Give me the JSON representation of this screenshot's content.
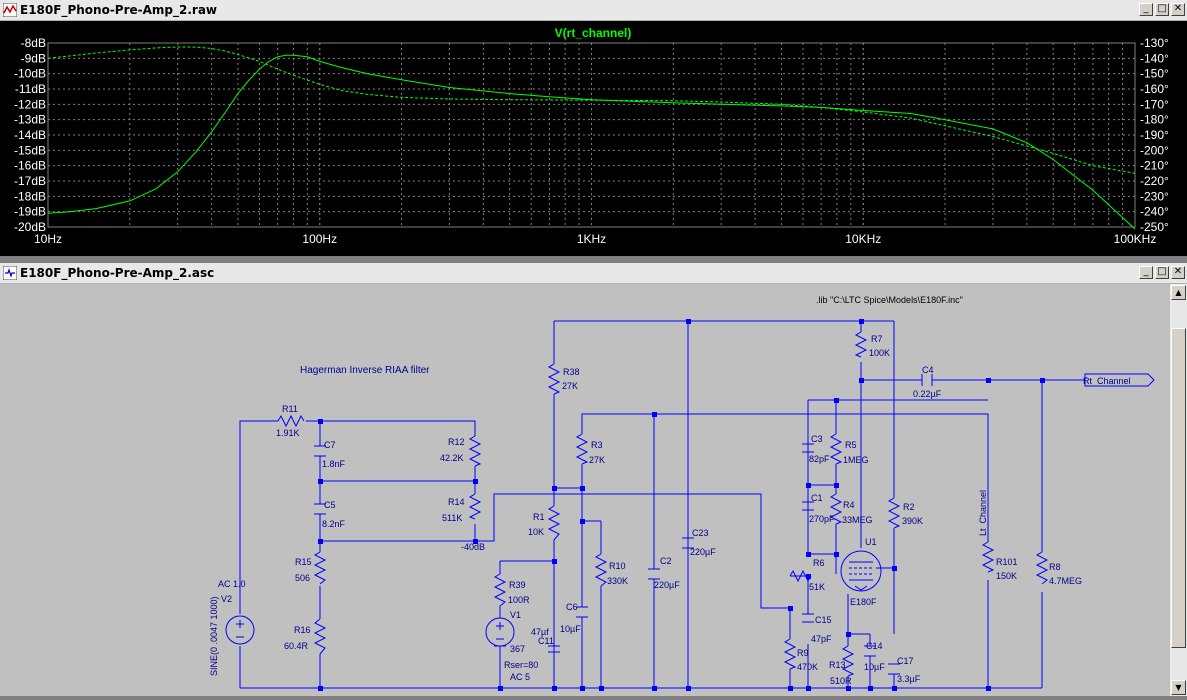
{
  "waveform_window": {
    "title": "E180F_Phono-Pre-Amp_2.raw",
    "chart_data": {
      "type": "line",
      "title": "V(rt_channel)",
      "xscale": "log",
      "xlim": [
        10,
        100000
      ],
      "x_tick_labels": [
        "10Hz",
        "100Hz",
        "1KHz",
        "10KHz",
        "100KHz"
      ],
      "left_axis_tick_labels": [
        "-8dB",
        "-9dB",
        "-10dB",
        "-11dB",
        "-12dB",
        "-13dB",
        "-14dB",
        "-15dB",
        "-16dB",
        "-17dB",
        "-18dB",
        "-19dB",
        "-20dB"
      ],
      "right_axis_tick_labels": [
        "-130°",
        "-140°",
        "-150°",
        "-160°",
        "-170°",
        "-180°",
        "-190°",
        "-200°",
        "-210°",
        "-220°",
        "-230°",
        "-240°",
        "-250°"
      ],
      "ylim_db": [
        -20,
        -8
      ],
      "ylim_phase": [
        -250,
        -130
      ],
      "grid": true,
      "series": [
        {
          "style": "solid",
          "axis": "magnitude",
          "color": "#00ff00",
          "x": [
            10,
            12,
            15,
            20,
            25,
            30,
            35,
            40,
            45,
            50,
            55,
            60,
            65,
            70,
            75,
            80,
            90,
            100,
            120,
            150,
            200,
            300,
            500,
            700,
            1000,
            2000,
            3000,
            5000,
            7000,
            10000,
            15000,
            20000,
            30000,
            40000,
            50000,
            70000,
            100000
          ],
          "y": [
            -19.1,
            -19.0,
            -18.8,
            -18.3,
            -17.5,
            -16.4,
            -15.1,
            -13.8,
            -12.5,
            -11.3,
            -10.4,
            -9.7,
            -9.2,
            -8.9,
            -8.8,
            -8.8,
            -8.9,
            -9.2,
            -9.6,
            -10.0,
            -10.4,
            -10.9,
            -11.3,
            -11.5,
            -11.7,
            -11.9,
            -12.0,
            -12.1,
            -12.2,
            -12.4,
            -12.6,
            -13.0,
            -13.6,
            -14.5,
            -15.6,
            -17.6,
            -20.4
          ]
        },
        {
          "style": "dashed",
          "axis": "phase",
          "color": "#00ff00",
          "x": [
            10,
            12,
            15,
            20,
            25,
            30,
            35,
            40,
            45,
            50,
            60,
            70,
            80,
            100,
            120,
            150,
            200,
            300,
            500,
            1000,
            2000,
            3000,
            5000,
            7000,
            10000,
            15000,
            20000,
            30000,
            50000,
            70000,
            100000
          ],
          "y": [
            -140,
            -138.5,
            -136.5,
            -134.5,
            -133.2,
            -132.6,
            -132.7,
            -133.6,
            -135.3,
            -137.5,
            -142,
            -147,
            -151,
            -157,
            -161,
            -163.5,
            -165.5,
            -166.5,
            -167,
            -167.3,
            -167.6,
            -168.5,
            -170,
            -172,
            -175,
            -179,
            -184,
            -191,
            -202,
            -210,
            -215
          ]
        }
      ]
    }
  },
  "schematic_window": {
    "title": "E180F_Phono-Pre-Amp_2.asc",
    "lib_directive": ".lib \"C:\\LTC Spice\\Models\\E180F.inc\"",
    "comment": "Hagerman Inverse RIAA filter",
    "labels": {
      "r11": "R11",
      "r11_val": "1.91K",
      "c7": "C7",
      "c7_val": "1.8nF",
      "c5": "C5",
      "c5_val": "8.2nF",
      "r12": "R12",
      "r12_val": "42.2K",
      "r14": "R14",
      "r14_val": "511K",
      "db40": "-40dB",
      "r15": "R15",
      "r15_val": "506",
      "r16": "R16",
      "r16_val": "60.4R",
      "v2": "V2",
      "v2_ac": "AC 1.0",
      "v2_sine": "SINE(0 .0047 1000)",
      "r38": "R38",
      "r38_val": "27K",
      "r3": "R3",
      "r3_val": "27K",
      "r1": "R1",
      "r1_val": "10K",
      "r39": "R39",
      "r39_val": "100R",
      "v1": "V1",
      "v1_val": "367",
      "v1_rser": "Rser=80",
      "v1_ac": "AC 5",
      "c11_val": "47µf",
      "c11": "C11",
      "c6": "C6",
      "c6_val": "10µF",
      "r10": "R10",
      "r10_val": "330K",
      "c2": "C2",
      "c2_val": "220µF",
      "c23": "C23",
      "c23_val": "220µF",
      "c3": "C3",
      "c3_val": "82pF",
      "r5": "R5",
      "r5_val": "1MEG",
      "c1": "C1",
      "c1_val": "270pF",
      "r4": "R4",
      "r4_val": "33MEG",
      "r6": "R6",
      "r6_val": "51K",
      "c15": "C15",
      "c15_val": "47pF",
      "r9": "R9",
      "r9_val": "470K",
      "r13": "R13",
      "r13_val": "510R",
      "c14": "C14",
      "c14_val": "10µF",
      "u1": "U1",
      "u1_val": "E180F",
      "r7": "R7",
      "r7_val": "100K",
      "r2": "R2",
      "r2_val": "390K",
      "c4": "C4",
      "c4_val": "0.22µF",
      "c17": "C17",
      "c17_val": "3.3µF",
      "r101": "R101",
      "r101_val": "150K",
      "lt_channel": "Lt_Channel",
      "r8": "R8",
      "r8_val": "4.7MEG",
      "rt_channel": "Rt_Channel"
    }
  },
  "window_buttons": {
    "minimize": "_",
    "maximize": "□",
    "close": "✕"
  },
  "icons": [
    "waveform-icon",
    "schematic-icon",
    "minimize-icon",
    "maximize-icon",
    "close-icon",
    "scroll-up-arrow-icon",
    "scroll-down-arrow-icon"
  ],
  "colors": {
    "trace": "#00ff00",
    "wire": "#0000ff",
    "plot_bg": "#000000",
    "schematic_bg": "#c0c0c0",
    "grid": "#808080"
  }
}
